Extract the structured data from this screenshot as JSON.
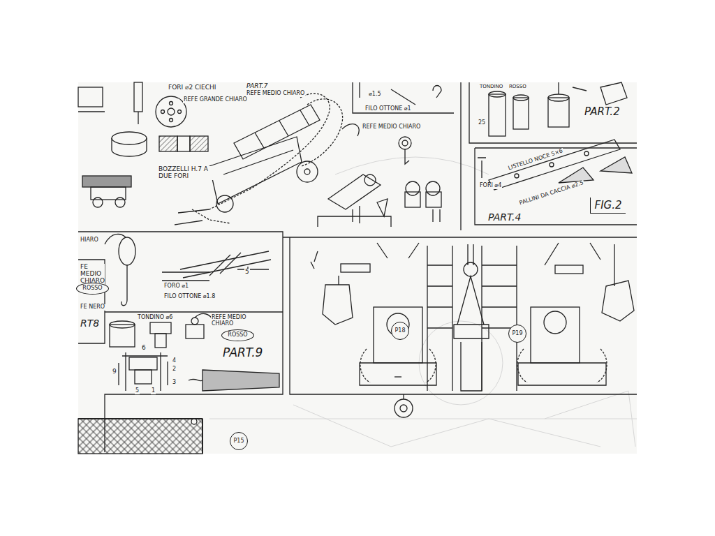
{
  "diagram": {
    "nodes": [
      {
        "text": [
          "FIG.2"
        ]
      },
      {
        "text": [
          "ROSSO"
        ]
      },
      {
        "text": [
          "P18"
        ]
      },
      {
        "text": [
          "P19"
        ]
      },
      {
        "text": [
          "ROSSO"
        ]
      },
      {
        "text": [
          "P15"
        ]
      }
    ],
    "labels": [
      "FORI ⌀2 CIECHI",
      "PART.7",
      "REFE MEDIO CHIARO",
      "REFE GRANDE CHIARO",
      "⌀1.5",
      "FILO OTTONE ⌀1",
      "TONDINO",
      "ROSSO",
      "25",
      "PART.2",
      "HIARO",
      "REFE MEDIO CHIARO",
      "BOZZELLI H.7 A DUE FORI",
      "LISTELLO NOCE 5×6",
      "FORI ⌀4",
      "PALLINI DA CACCIA ⌀2.5",
      "PART.4",
      "FE MEDIO CHIARO",
      "5",
      "FORO ⌀1",
      "FILO OTTONE ⌀1.8",
      "FE NERO",
      "TONDINO ⌀6",
      "REFE MEDIO CHIARO",
      "RT8",
      "PART.9",
      "6",
      "4",
      "2",
      "9",
      "3",
      "5",
      "1"
    ]
  }
}
